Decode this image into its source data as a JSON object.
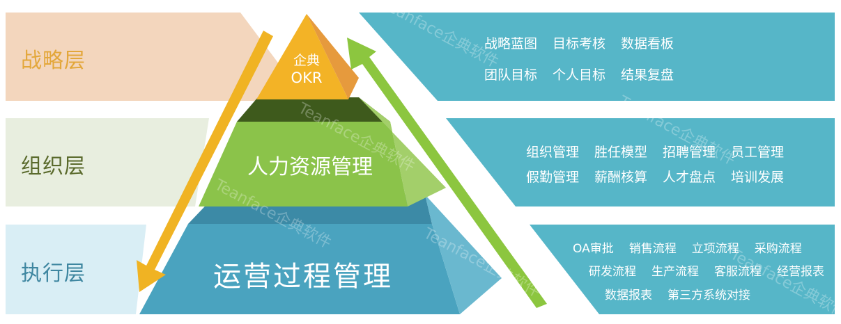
{
  "layers": [
    {
      "label": "战略层",
      "color": "#e3a73a"
    },
    {
      "label": "组织层",
      "color": "#5a6a2c"
    },
    {
      "label": "执行层",
      "color": "#3e86a0"
    }
  ],
  "pyramid": {
    "top_line1": "企典",
    "top_line2": "OKR",
    "middle": "人力资源管理",
    "bottom": "运营过程管理"
  },
  "panels": {
    "strategy": {
      "row1": [
        "战略蓝图",
        "目标考核",
        "数据看板"
      ],
      "row2": [
        "团队目标",
        "个人目标",
        "结果复盘"
      ]
    },
    "organization": {
      "row1": [
        "组织管理",
        "胜任模型",
        "招聘管理",
        "员工管理"
      ],
      "row2": [
        "假勤管理",
        "薪酬核算",
        "人才盘点",
        "培训发展"
      ]
    },
    "execution": {
      "row1": [
        "OA审批",
        "销售流程",
        "立项流程",
        "采购流程"
      ],
      "row2": [
        "研发流程",
        "生产流程",
        "客服流程",
        "经营报表"
      ],
      "row3": [
        "数据报表",
        "第三方系统对接"
      ]
    }
  },
  "watermark": "Teanface企典软件",
  "colors": {
    "strategy_band": "#f3d6bd",
    "organization_band": "#e8eedf",
    "execution_band": "#d9eef5",
    "panel": "#56b6c8",
    "arrow_down": "#f0b323",
    "arrow_up": "#8cc63f"
  }
}
